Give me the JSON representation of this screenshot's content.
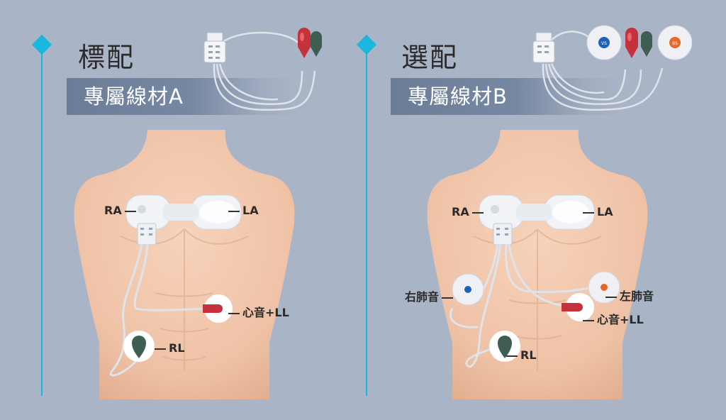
{
  "panels": [
    {
      "heading": "標配",
      "banner": "專屬線材A",
      "labels": {
        "ra": "RA",
        "la": "LA",
        "ll": "心音+LL",
        "rl": "RL"
      }
    },
    {
      "heading": "選配",
      "banner": "專屬線材B",
      "labels": {
        "ra": "RA",
        "la": "LA",
        "ll": "心音+LL",
        "rl": "RL",
        "right_lung": "右肺音",
        "left_lung": "左肺音"
      }
    }
  ],
  "sensor_badges": {
    "vs": "VS",
    "bs": "BS"
  },
  "colors": {
    "background": "#aab4c7",
    "accent": "#1ab6de",
    "skin": "#f1c7aa",
    "red_lead": "#c5323c",
    "green_lead": "#3f5e52",
    "vs_badge": "#1e63b6",
    "bs_badge": "#e5672a"
  }
}
